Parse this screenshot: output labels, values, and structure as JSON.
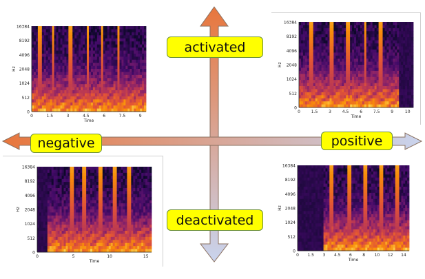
{
  "labels": {
    "activated": "activated",
    "deactivated": "deactivated",
    "negative": "negative",
    "positive": "positive"
  },
  "spectrograms": [
    {
      "position": "top-left",
      "y_ticks": [
        "16384",
        "8192",
        "4096",
        "2048",
        "1024",
        "512",
        "0"
      ],
      "x_ticks": [
        "0",
        "1.5",
        "3",
        "4.5",
        "6",
        "7.5",
        "9"
      ],
      "y_label": "Hz",
      "x_label": "Time"
    },
    {
      "position": "top-right",
      "y_ticks": [
        "16384",
        "8192",
        "4096",
        "2048",
        "1024",
        "512",
        "0"
      ],
      "x_ticks": [
        "0",
        "1.5",
        "3",
        "4.5",
        "6",
        "7.5",
        "9",
        "10"
      ],
      "y_label": "Hz",
      "x_label": "Time"
    },
    {
      "position": "bottom-left",
      "y_ticks": [
        "16384",
        "8192",
        "4096",
        "2048",
        "1024",
        "512",
        "0"
      ],
      "x_ticks": [
        "0",
        "5",
        "10",
        "15"
      ],
      "y_label": "Hz",
      "x_label": "Time"
    },
    {
      "position": "bottom-right",
      "y_ticks": [
        "16384",
        "8192",
        "4096",
        "2048",
        "1024",
        "512",
        "0"
      ],
      "x_ticks": [
        "0",
        "1.5",
        "3",
        "4.5",
        "6",
        "8",
        "10",
        "12",
        "14"
      ],
      "y_label": "Hz",
      "x_label": "Time"
    }
  ],
  "colors": {
    "arrow_warm": "#e8763c",
    "arrow_cool": "#c9d4ee",
    "label_fill": "#ffff00",
    "label_border": "#6b8f3a",
    "spec_dark": "#0d0829",
    "spec_bright": "#fcfdbf"
  }
}
